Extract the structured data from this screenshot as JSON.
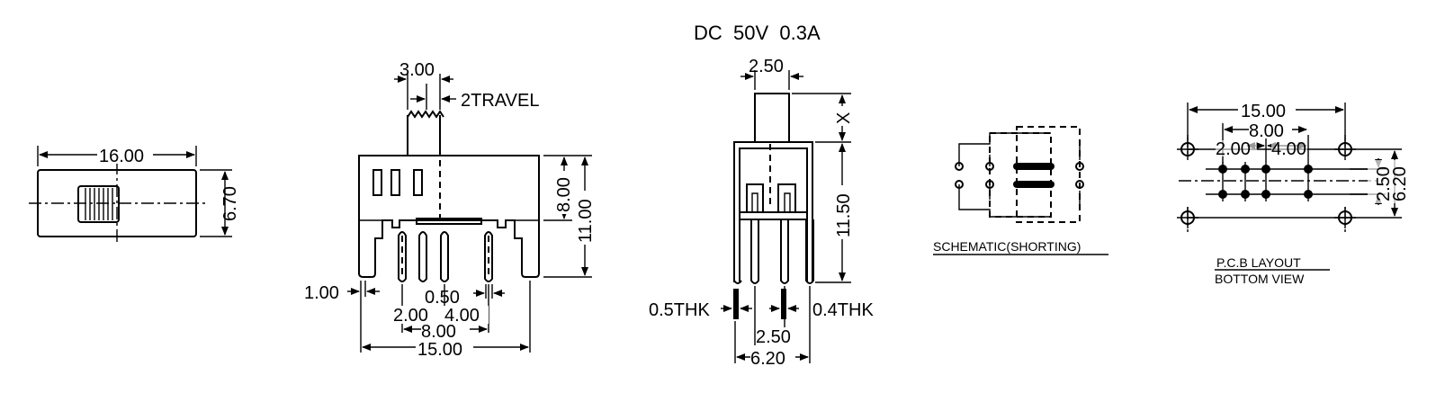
{
  "rating": "DC  50V  0.3A",
  "top_view": {
    "length": "16.00",
    "width": "6.70"
  },
  "front_view": {
    "actuator_width": "3.00",
    "travel": "2TRAVEL",
    "body_height": "8.00",
    "overall_height": "11.00",
    "tab_width": "1.00",
    "pin_width": "0.50",
    "pitch_a": "2.00",
    "pitch_b": "4.00",
    "pin_span": "8.00",
    "overall_width": "15.00"
  },
  "side_view": {
    "actuator_width": "2.50",
    "actuator_height": "X",
    "body_height": "11.50",
    "left_thickness": "0.5THK",
    "right_thickness": "0.4THK",
    "pin_pitch": "2.50",
    "overall_depth": "6.20"
  },
  "schematic": {
    "caption": "SCHEMATIC(SHORTING)"
  },
  "pcb_layout": {
    "overall_width": "15.00",
    "pin_span": "8.00",
    "pitch_a": "2.00",
    "pitch_b": "4.00",
    "row_pitch": "2.50",
    "mount_pitch": "6.20",
    "caption_line1": "P.C.B LAYOUT",
    "caption_line2": "BOTTOM VIEW"
  }
}
